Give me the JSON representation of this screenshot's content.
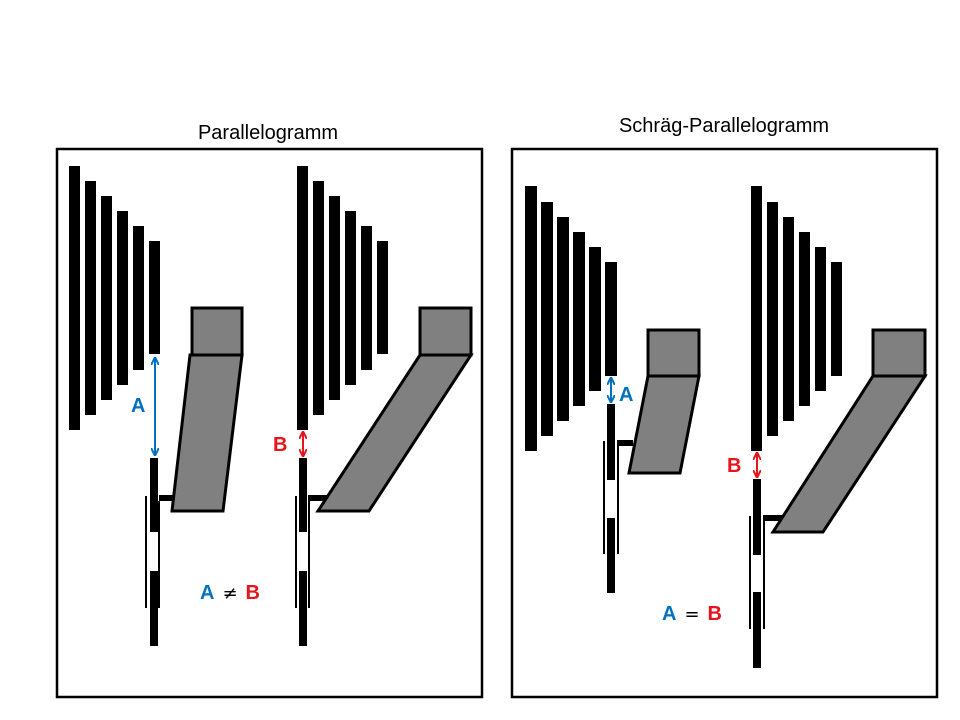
{
  "colors": {
    "a_color": "#0070C0",
    "b_color": "#E8141B",
    "shape_fill": "#808080"
  },
  "left": {
    "title": "Parallelogramm",
    "label_a": "A",
    "label_b": "B",
    "relation": {
      "a": "A",
      "op": "≠",
      "b": "B"
    }
  },
  "right": {
    "title": "Schräg-Parallelogramm",
    "label_a": "A",
    "label_b": "B",
    "relation": {
      "a": "A",
      "op": "=",
      "b": "B"
    }
  }
}
